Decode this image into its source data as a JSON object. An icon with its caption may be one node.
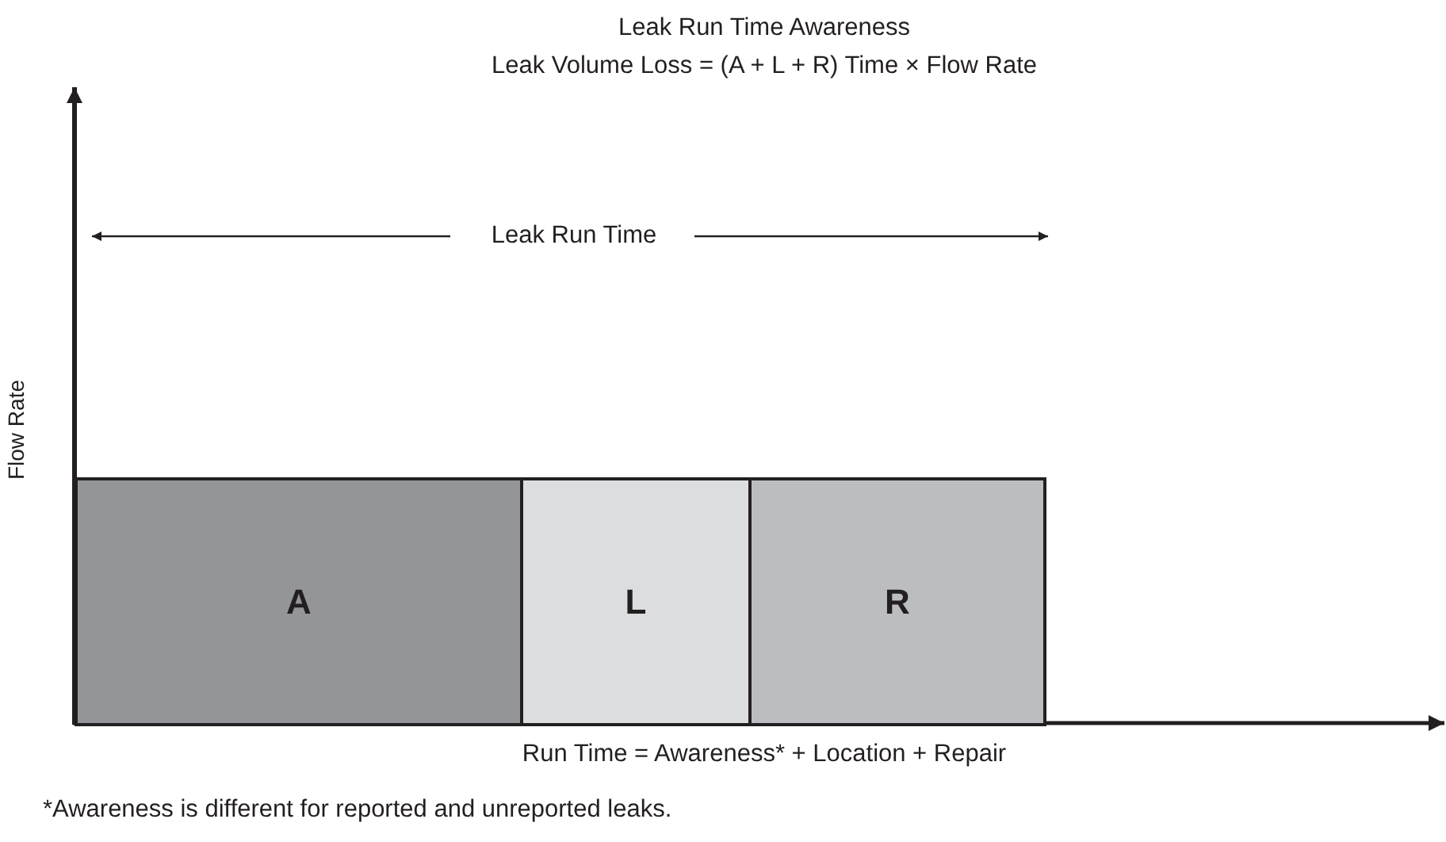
{
  "diagram": {
    "title": "Leak Run Time Awareness",
    "nodes": [
      {
        "text": [
          "A"
        ]
      },
      {
        "text": [
          "L"
        ]
      },
      {
        "text": [
          "R"
        ]
      }
    ],
    "labels": [
      "Leak Volume Loss = (A + L + R) Time × Flow Rate",
      "Leak Run Time",
      "Flow Rate",
      "Run Time = Awareness* + Location + Repair",
      "*Awareness is different for reported and unreported leaks."
    ]
  }
}
